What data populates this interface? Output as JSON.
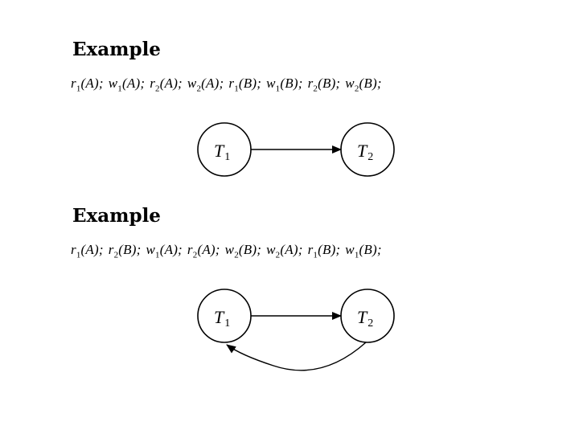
{
  "examples": [
    {
      "heading": "Example",
      "schedule": [
        {
          "op": "r",
          "tx": "1",
          "item": "A"
        },
        {
          "op": "w",
          "tx": "1",
          "item": "A"
        },
        {
          "op": "r",
          "tx": "2",
          "item": "A"
        },
        {
          "op": "w",
          "tx": "2",
          "item": "A"
        },
        {
          "op": "r",
          "tx": "1",
          "item": "B"
        },
        {
          "op": "w",
          "tx": "1",
          "item": "B"
        },
        {
          "op": "r",
          "tx": "2",
          "item": "B"
        },
        {
          "op": "w",
          "tx": "2",
          "item": "B"
        }
      ],
      "nodes": [
        {
          "letter": "T",
          "sub": "1"
        },
        {
          "letter": "T",
          "sub": "2"
        }
      ],
      "edges": [
        {
          "from": 0,
          "to": 1
        }
      ]
    },
    {
      "heading": "Example",
      "schedule": [
        {
          "op": "r",
          "tx": "1",
          "item": "A"
        },
        {
          "op": "r",
          "tx": "2",
          "item": "B"
        },
        {
          "op": "w",
          "tx": "1",
          "item": "A"
        },
        {
          "op": "r",
          "tx": "2",
          "item": "A"
        },
        {
          "op": "w",
          "tx": "2",
          "item": "B"
        },
        {
          "op": "w",
          "tx": "2",
          "item": "A"
        },
        {
          "op": "r",
          "tx": "1",
          "item": "B"
        },
        {
          "op": "w",
          "tx": "1",
          "item": "B"
        }
      ],
      "nodes": [
        {
          "letter": "T",
          "sub": "1"
        },
        {
          "letter": "T",
          "sub": "2"
        }
      ],
      "edges": [
        {
          "from": 0,
          "to": 1
        },
        {
          "from": 1,
          "to": 0
        }
      ]
    }
  ]
}
